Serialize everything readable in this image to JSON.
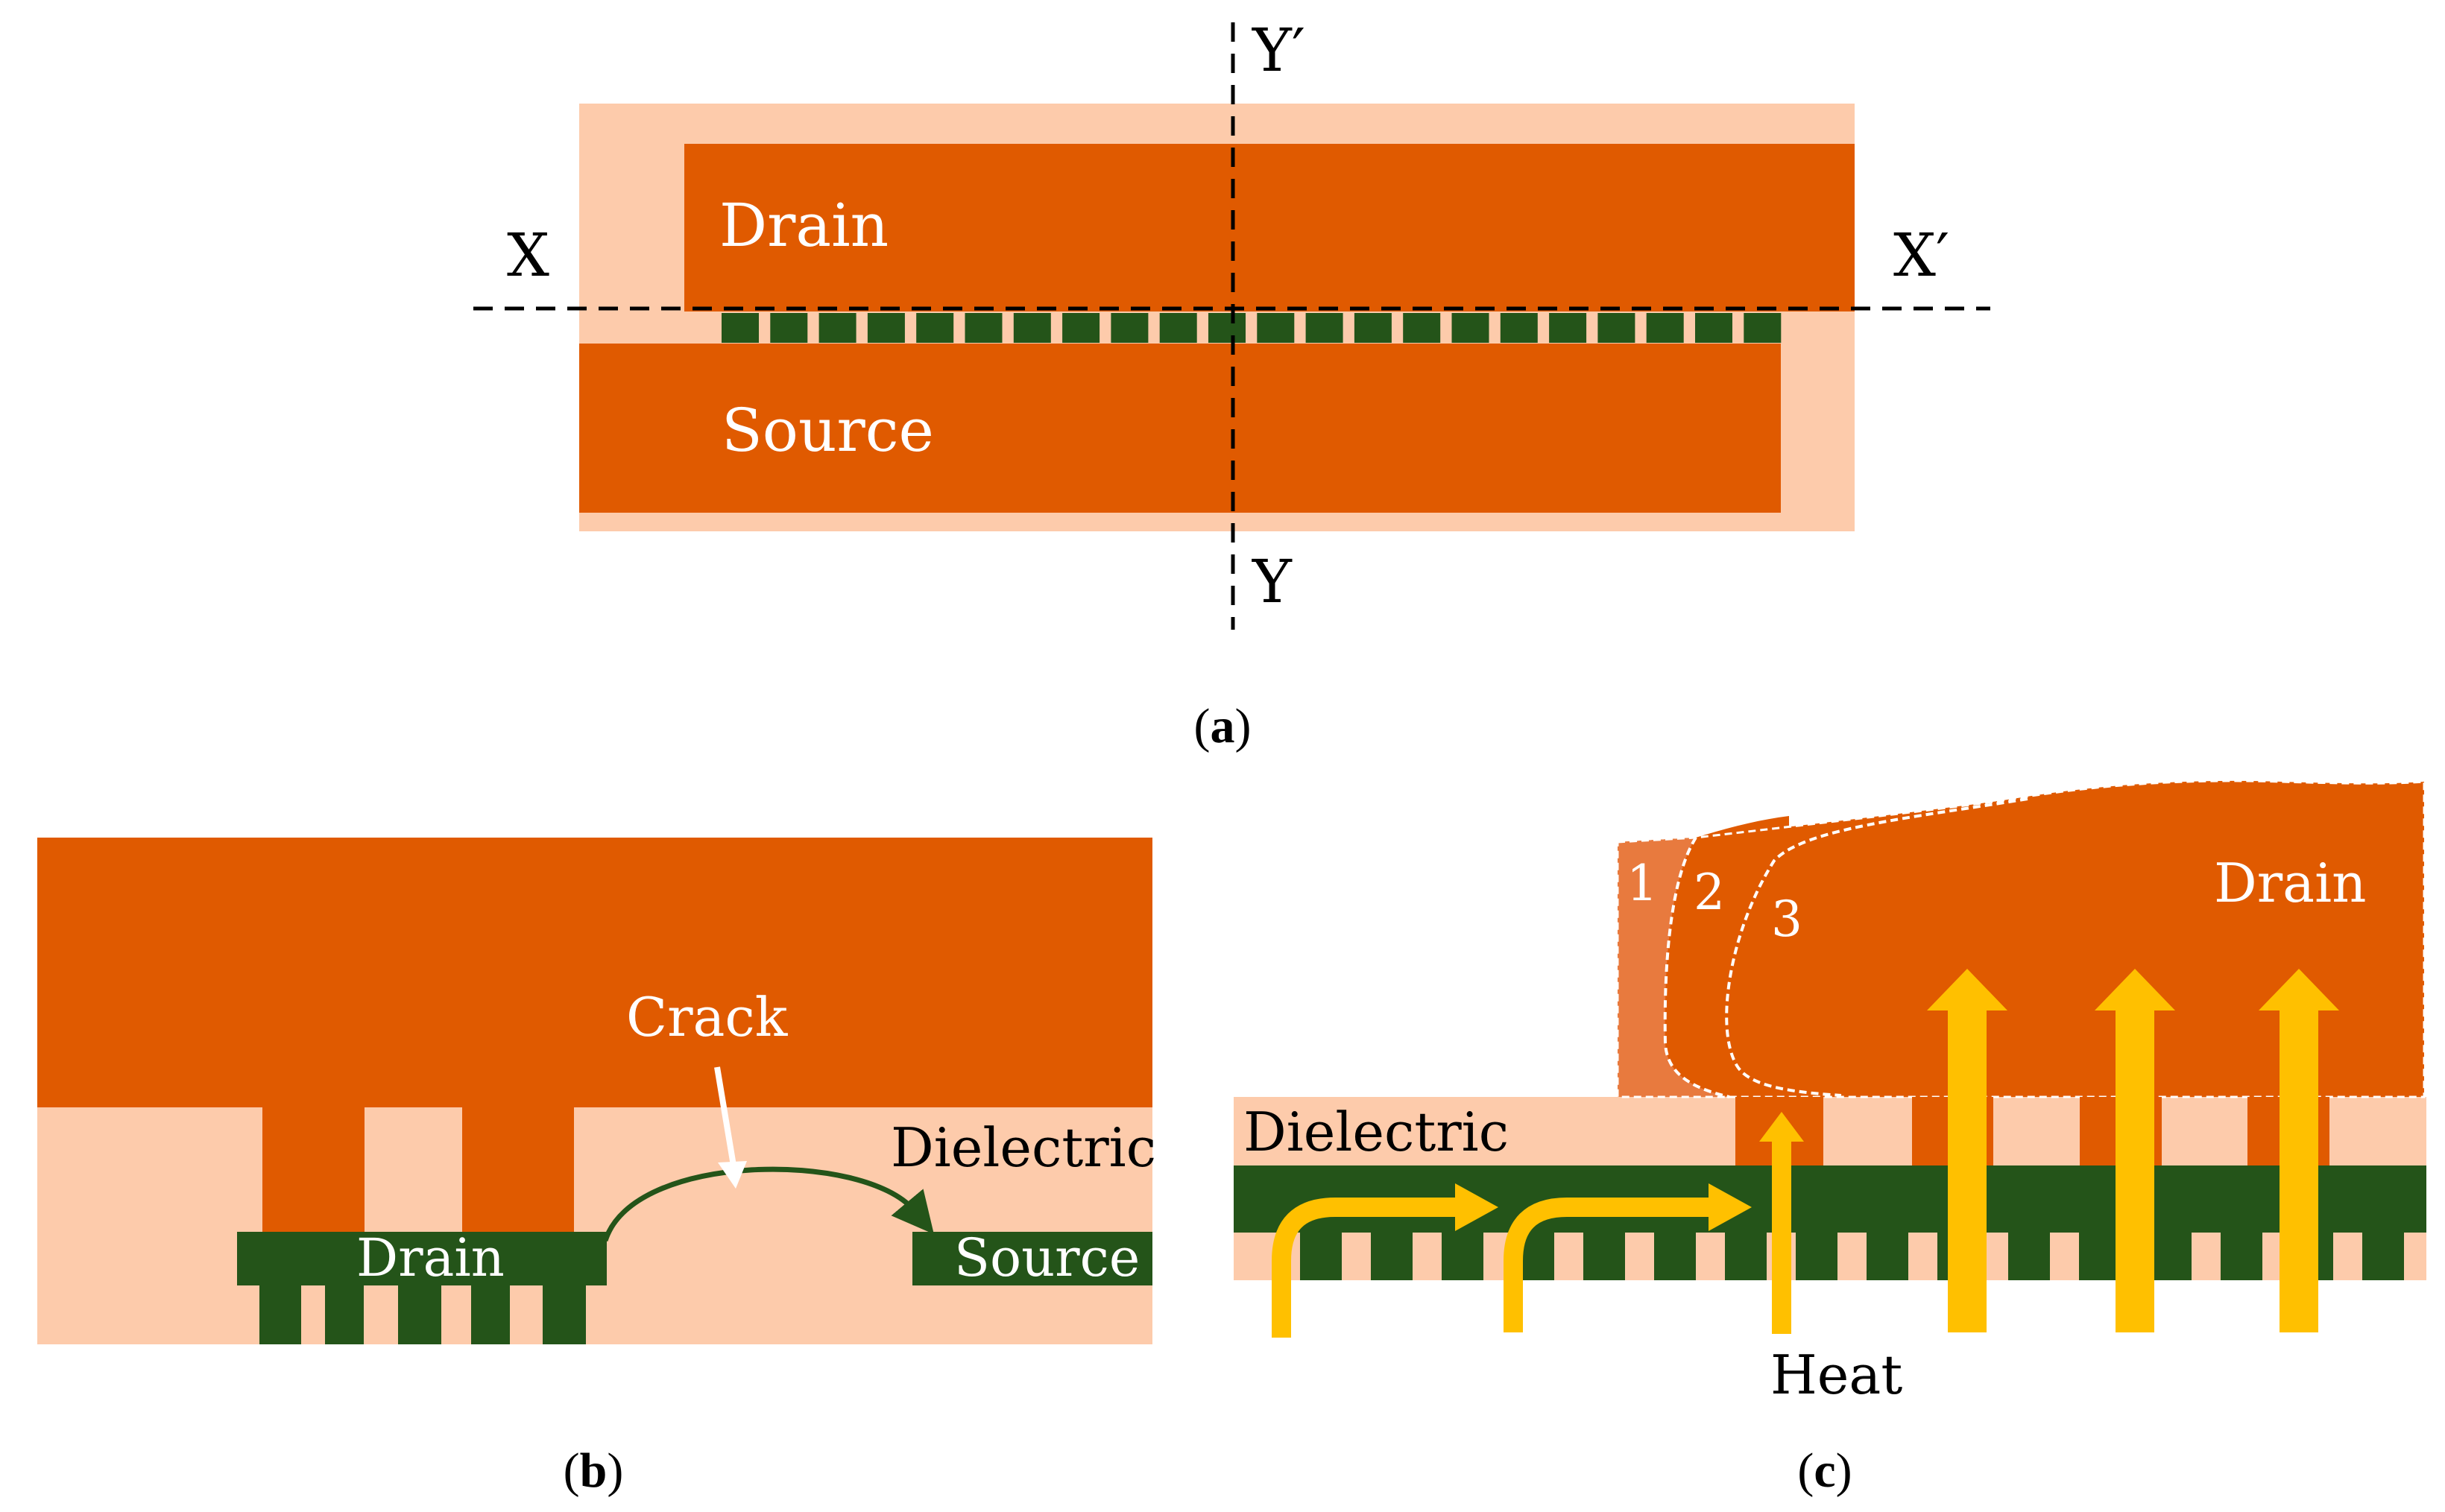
{
  "colors": {
    "dielectric": "#fdcbab",
    "metal": "#e05a00",
    "metal_light": "#e87a3e",
    "via_green": "#245419",
    "heat_arrow": "#ffc000",
    "white": "#ffffff",
    "black": "#000000"
  },
  "panel_a": {
    "drain_label": "Drain",
    "source_label": "Source",
    "x_label": "X",
    "x_prime_label": "X′",
    "y_label": "Y",
    "y_prime_label": "Y′",
    "caption_open": "(",
    "caption_letter": "a",
    "caption_close": ")"
  },
  "panel_b": {
    "crack_label": "Crack",
    "dielectric_label": "Dielectric",
    "drain_label": "Drain",
    "source_label": "Source",
    "caption_open": "(",
    "caption_letter": "b",
    "caption_close": ")"
  },
  "panel_c": {
    "region_1_label": "1",
    "region_2_label": "2",
    "region_3_label": "3",
    "drain_label": "Drain",
    "dielectric_label": "Dielectric",
    "heat_label": "Heat",
    "caption_open": "(",
    "caption_letter": "c",
    "caption_close": ")"
  }
}
